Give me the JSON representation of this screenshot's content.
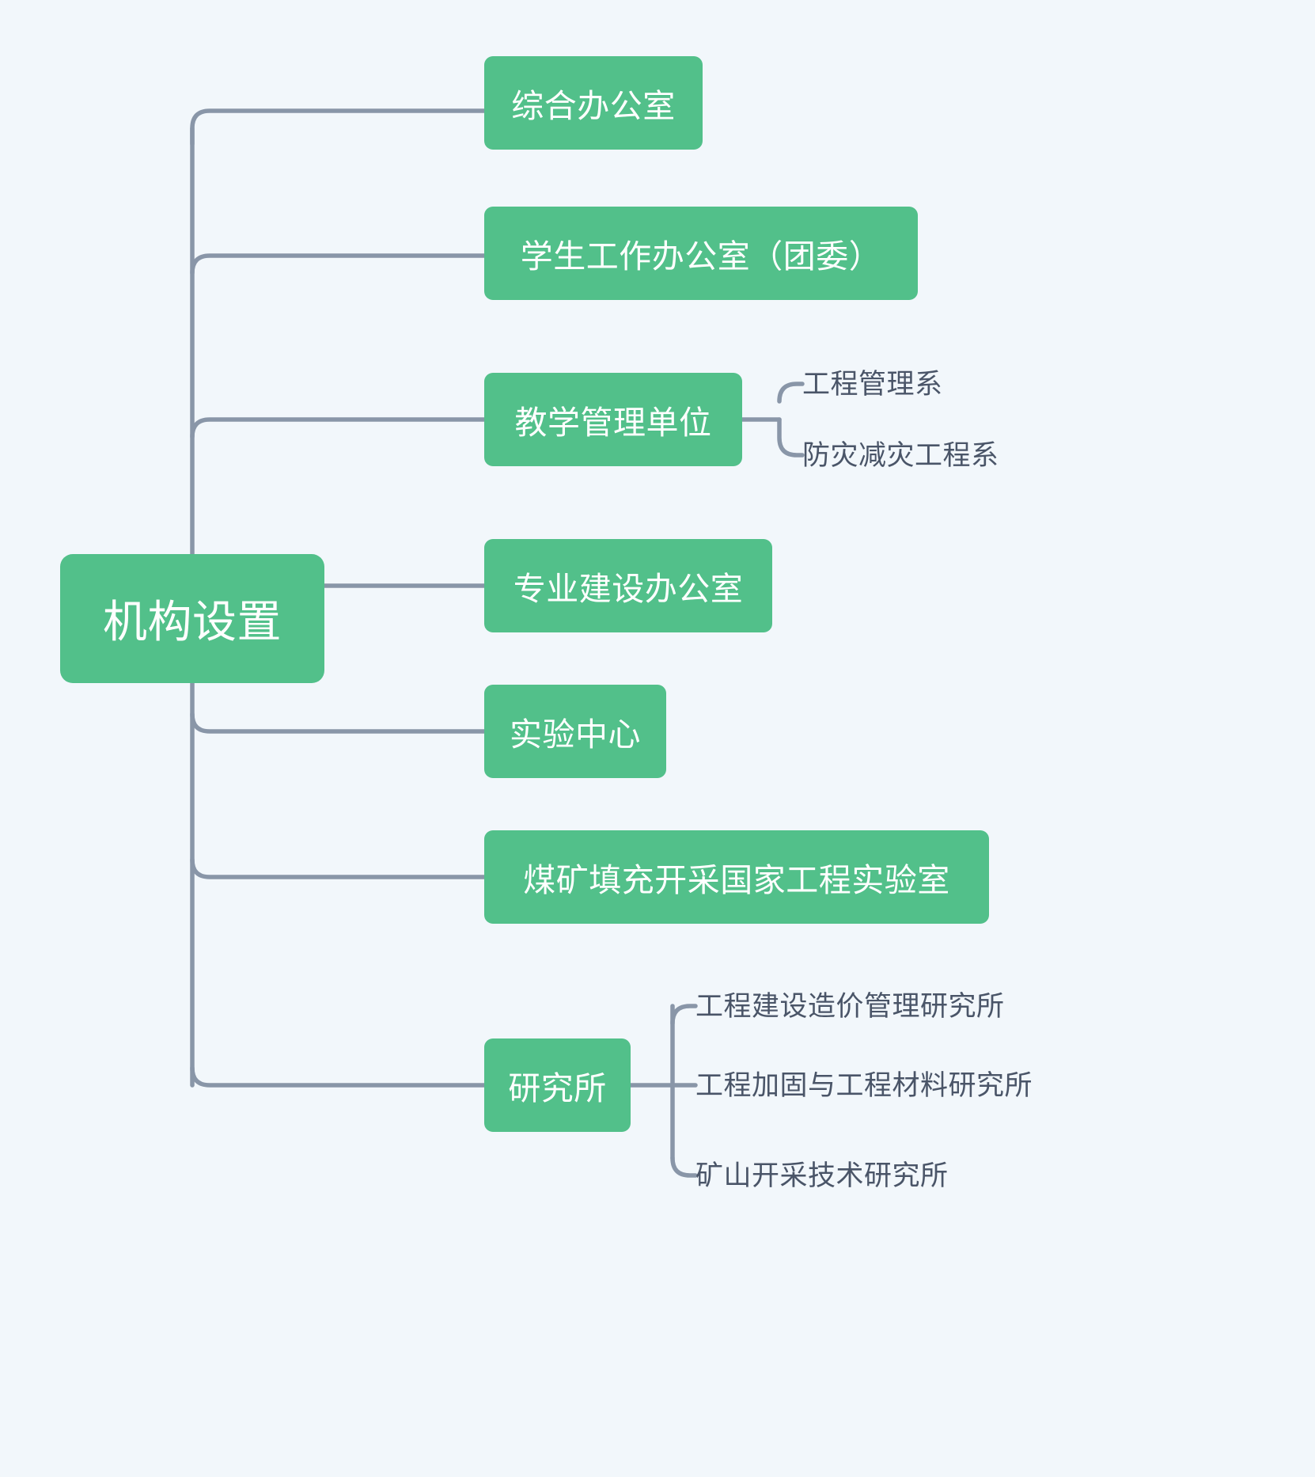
{
  "diagram": {
    "type": "mind-map",
    "background_color": "#f2f7fb",
    "node_color": "#52c08a",
    "node_text_color": "#ffffff",
    "link_color": "#8996a8",
    "leaf_text_color": "#4a5568",
    "root": {
      "label": "机构设置"
    },
    "branches": [
      {
        "label": "综合办公室",
        "children": []
      },
      {
        "label": "学生工作办公室（团委）",
        "children": []
      },
      {
        "label": "教学管理单位",
        "children": [
          {
            "label": "工程管理系"
          },
          {
            "label": "防灾减灾工程系"
          }
        ]
      },
      {
        "label": "专业建设办公室",
        "children": []
      },
      {
        "label": "实验中心",
        "children": []
      },
      {
        "label": "煤矿填充开采国家工程实验室",
        "children": []
      },
      {
        "label": "研究所",
        "children": [
          {
            "label": "工程建设造价管理研究所"
          },
          {
            "label": "工程加固与工程材料研究所"
          },
          {
            "label": "矿山开采技术研究所"
          }
        ]
      }
    ]
  }
}
